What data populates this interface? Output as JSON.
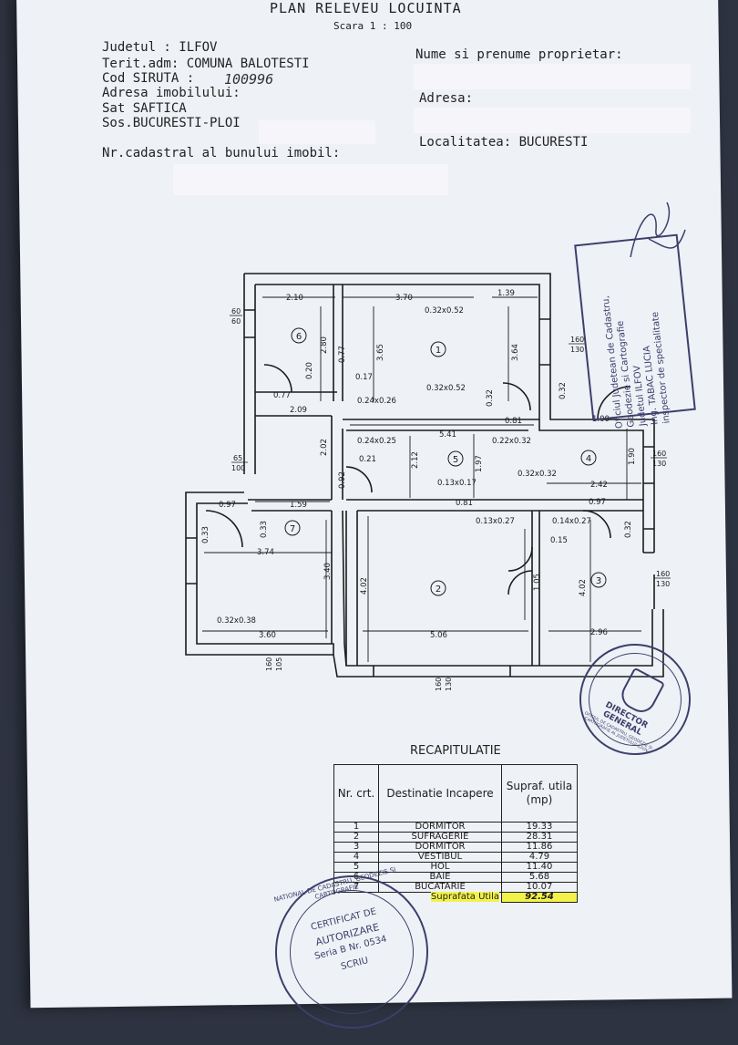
{
  "header": {
    "title": "PLAN RELEVEU LOCUINTA",
    "scale": "Scara 1 : 100"
  },
  "info_left": {
    "judet": "Judetul : ILFOV",
    "terit": "Terit.adm: COMUNA BALOTESTI",
    "siruta": "Cod SIRUTA :",
    "siruta_value": "100996",
    "adresa": "Adresa imobilului:",
    "sat": "Sat SAFTICA",
    "sos": "Sos.BUCURESTI-PLOI",
    "nr_cad": "Nr.cadastral al bunului imobil:"
  },
  "info_right": {
    "proprietar": "Nume si prenume proprietar:",
    "adresa": "Adresa:",
    "localitate": "Localitatea: BUCURESTI"
  },
  "plan": {
    "room_numbers": [
      "1",
      "2",
      "3",
      "4",
      "5",
      "6",
      "7"
    ],
    "dims": {
      "d_2_10": "2.10",
      "d_3_70": "3.70",
      "d_1_39": "1.39",
      "d_032x052a": "0.32x0.52",
      "d_032x052b": "0.32x0.52",
      "d_2_80": "2.80",
      "d_3_65": "3.65",
      "d_3_64": "3.64",
      "d_0_77a": "0.77",
      "d_0_20": "0.20",
      "d_0_17": "0.17",
      "d_024x026": "0.24x0.26",
      "d_0_77b": "0.77",
      "d_2_09": "2.09",
      "d_0_32a": "0.32",
      "d_0_81a": "0.81",
      "d_1_00": "1.00",
      "d_0_32b": "0.32",
      "d_024x025": "0.24x0.25",
      "d_5_41": "5.41",
      "d_022x032": "0.22x0.32",
      "d_2_02": "2.02",
      "d_0_21": "0.21",
      "d_2_12": "2.12",
      "d_1_97": "1.97",
      "d_1_90": "1.90",
      "d_032x032": "0.32x0.32",
      "d_2_42": "2.42",
      "d_0_92": "0.92",
      "d_013x017": "0.13x0.17",
      "d_0_81b": "0.81",
      "d_0_97a": "0.97",
      "d_1_59": "1.59",
      "d_0_97b": "0.97",
      "d_013x027": "0.13x0.27",
      "d_014x027": "0.14x0.27",
      "d_0_15": "0.15",
      "d_0_33a": "0.33",
      "d_0_33b": "0.33",
      "d_3_74": "3.74",
      "d_3_40": "3.40",
      "d_4_02a": "4.02",
      "d_1_05": "1.05",
      "d_4_02b": "4.02",
      "d_0_32c": "0.32",
      "d_032x038": "0.32x0.38",
      "d_3_60": "3.60",
      "d_5_06": "5.06",
      "d_2_96": "2.96"
    },
    "windows": {
      "w_60_60_top": "60",
      "w_60_60_bot": "60",
      "w_160_130a_top": "160",
      "w_160_130a_bot": "130",
      "w_65_100_top": "65",
      "w_65_100_bot": "100",
      "w_160_130b_top": "160",
      "w_160_130b_bot": "130",
      "w_160_130c_top": "160",
      "w_160_130c_bot": "130",
      "w_160_105_top": "160",
      "w_160_105_bot": "105",
      "w_160_130d_top": "160",
      "w_160_130d_bot": "130"
    }
  },
  "stamp_inspector": {
    "line1": "Oficiul Judetean de Cadastru,",
    "line2": "Geodezie si Cartografie",
    "line3": "Judetul ILFOV",
    "line4": "Ing. TABAC LUCIA",
    "line5": "inspector de specialitate"
  },
  "stamp_director": {
    "ring": "OFICIUL DE CADASTRU, GEODEZIE SI CARTOGRAFIE AL JUDETULUI ILFOV",
    "center": "DIRECTOR GENERAL"
  },
  "recap": {
    "title": "RECAPITULATIE",
    "col_nr": "Nr. crt.",
    "col_dest": "Destinatie Incapere",
    "col_area": "Supraf. utila (mp)",
    "rows": [
      {
        "nr": "1",
        "dest": "DORMITOR",
        "area": "19.33"
      },
      {
        "nr": "2",
        "dest": "SUFRAGERIE",
        "area": "28.31"
      },
      {
        "nr": "3",
        "dest": "DORMITOR",
        "area": "11.86"
      },
      {
        "nr": "4",
        "dest": "VESTIBUL",
        "area": "4.79"
      },
      {
        "nr": "5",
        "dest": "HOL",
        "area": "11.40"
      },
      {
        "nr": "6",
        "dest": "BAIE",
        "area": "5.68"
      },
      {
        "nr": "7",
        "dest": "BUCATARIE",
        "area": "10.07"
      }
    ],
    "total_label": "Suprafata Utila",
    "total_value": "92.54"
  },
  "stamp_bottom": {
    "ring": "NATIONAL DE CADASTRU, GEODEZIE SI CARTOGRAFIE",
    "l1": "CERTIFICAT DE",
    "l2": "AUTORIZARE",
    "l3": "Seria B Nr. 0534",
    "l4": "SCRIU"
  },
  "colors": {
    "paper": "#eef1f6",
    "ink": "#1c1c1c",
    "stamp": "#3c3f6a",
    "highlight": "#f3f24a",
    "background": "#2d3340"
  }
}
